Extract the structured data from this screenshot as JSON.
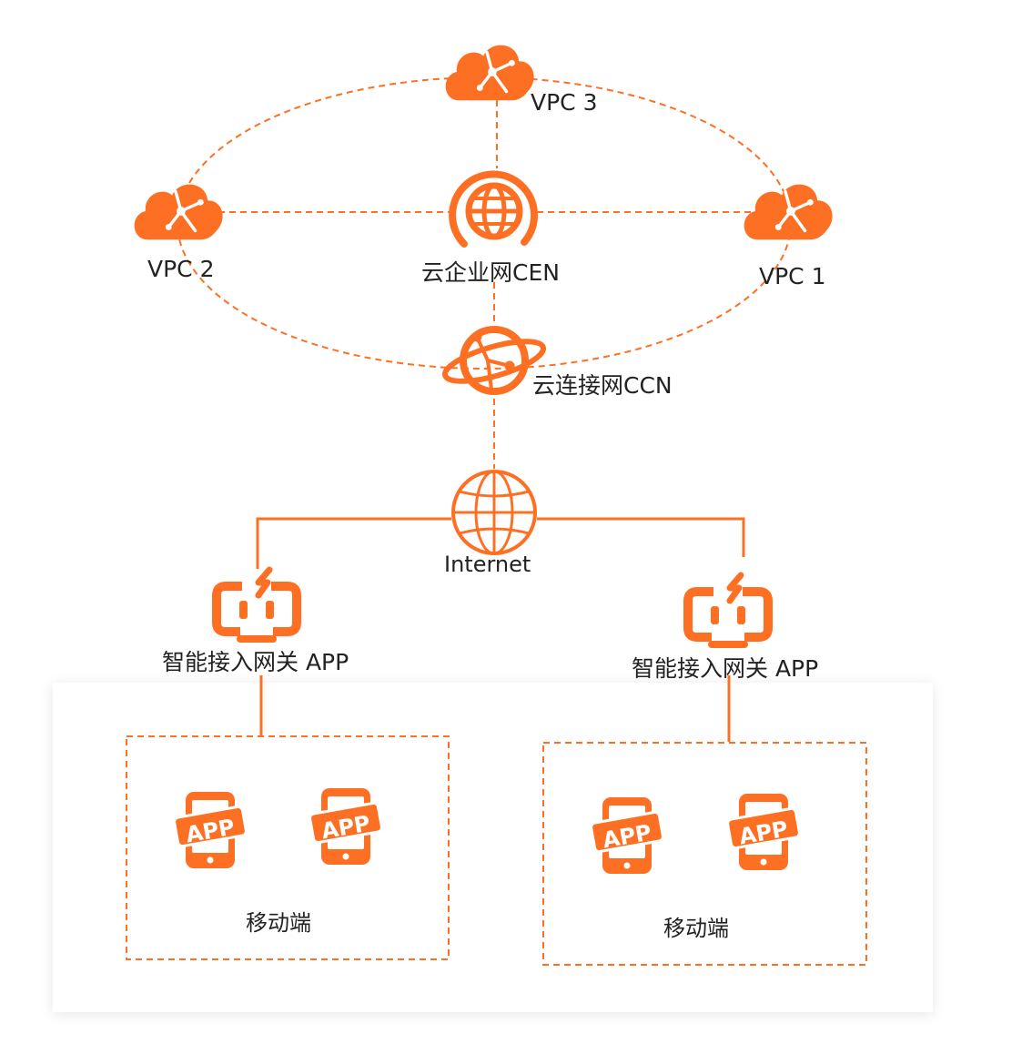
{
  "colors": {
    "accent": "#fd7023",
    "text": "#222222"
  },
  "nodes": {
    "vpc3": {
      "label": "VPC 3",
      "icon": "cloud-icon"
    },
    "vpc2": {
      "label": "VPC 2",
      "icon": "cloud-icon"
    },
    "vpc1": {
      "label": "VPC 1",
      "icon": "cloud-icon"
    },
    "cen": {
      "label": "云企业网CEN",
      "icon": "network-globe-icon"
    },
    "ccn": {
      "label": "云连接网CCN",
      "icon": "orbit-globe-icon"
    },
    "internet": {
      "label": "Internet",
      "icon": "globe-icon"
    }
  },
  "gateways": [
    {
      "label": "智能接入网关 APP",
      "icon": "gateway-app-icon"
    },
    {
      "label": "智能接入网关 APP",
      "icon": "gateway-app-icon"
    }
  ],
  "mobile_groups": [
    {
      "label": "移动端",
      "apps": [
        "APP",
        "APP"
      ]
    },
    {
      "label": "移动端",
      "apps": [
        "APP",
        "APP"
      ]
    }
  ]
}
